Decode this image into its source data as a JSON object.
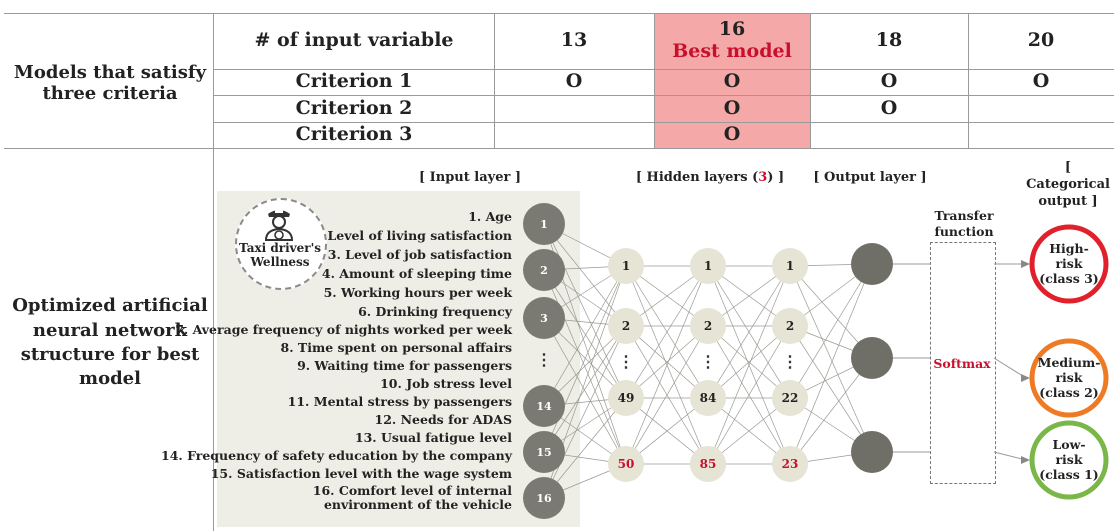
{
  "table": {
    "row_header_1": "Models that satisfy three criteria",
    "row_header_2": "Optimized artificial neural network structure for best model",
    "input_variable_label": "# of input variable",
    "models": [
      "13",
      "16",
      "18",
      "20"
    ],
    "best_model_label": "Best model",
    "criteria": [
      {
        "label": "Criterion 1",
        "marks": [
          "O",
          "O",
          "O",
          "O"
        ]
      },
      {
        "label": "Criterion 2",
        "marks": [
          "",
          "O",
          "O",
          ""
        ]
      },
      {
        "label": "Criterion 3",
        "marks": [
          "",
          "O",
          "",
          ""
        ]
      }
    ],
    "highlight_color": "#f4a8a8"
  },
  "diagram": {
    "input_layer_title": "[ Input layer ]",
    "hidden_layers_title_pre": "[ Hidden layers (",
    "hidden_layers_count": "3",
    "hidden_layers_title_post": ") ]",
    "output_layer_title": "[ Output layer ]",
    "categorical_output_title": "[ Categorical output ]",
    "transfer_function_label": "Transfer function",
    "softmax_label": "Softmax",
    "driver_badge": "Taxi driver's Wellness",
    "input_variables": [
      "1. Age",
      "2. Level of living satisfaction",
      "3. Level of job satisfaction",
      "4. Amount of sleeping time",
      "5. Working hours per week",
      "6. Drinking frequency",
      "7. Average frequency of nights worked per week",
      "8. Time spent on personal affairs",
      "9. Waiting time for passengers",
      "10. Job stress level",
      "11. Mental stress by passengers",
      "12. Needs for ADAS",
      "13. Usual fatigue level",
      "14. Frequency of safety education by the company",
      "15. Satisfaction level with the wage system",
      "16. Comfort level of internal environment of the vehicle"
    ],
    "input_nodes": [
      "1",
      "2",
      "3",
      "⋮",
      "14",
      "15",
      "16"
    ],
    "hidden_layers": [
      [
        "1",
        "2",
        "⋮",
        "49",
        "50"
      ],
      [
        "1",
        "2",
        "⋮",
        "84",
        "85"
      ],
      [
        "1",
        "2",
        "⋮",
        "22",
        "23"
      ]
    ],
    "outputs": [
      {
        "label": "High-risk (class 3)",
        "color": "#e0202a"
      },
      {
        "label": "Medium-risk (class 2)",
        "color": "#ee7a24"
      },
      {
        "label": "Low-risk (class 1)",
        "color": "#7ab648"
      }
    ],
    "colors": {
      "input_node": "#7a7a72",
      "hidden_node": "#e6e4d4",
      "output_node": "#6f6f68",
      "highlight_text": "#c8102e",
      "panel": "#eeeee6"
    }
  }
}
